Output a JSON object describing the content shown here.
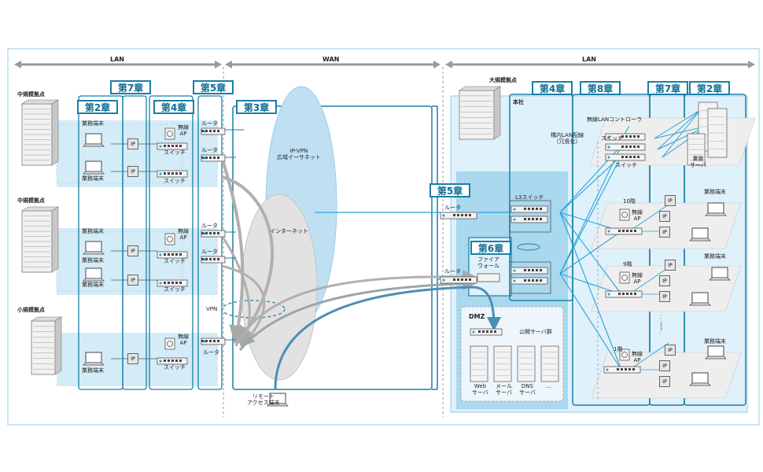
{
  "scope": {
    "lan_left": "LAN",
    "wan": "WAN",
    "lan_right": "LAN"
  },
  "chapters": {
    "ch7_left": "第7章",
    "ch5_left": "第5章",
    "ch2_left": "第2章",
    "ch4_left": "第4章",
    "ch3": "第3章",
    "ch5_center": "第5章",
    "ch6": "第6章",
    "ch4_right": "第4章",
    "ch8": "第8章",
    "ch7_right": "第7章",
    "ch2_right": "第2章"
  },
  "sites": {
    "mid1": "中規模拠点",
    "mid2": "中規模拠点",
    "small": "小規模拠点",
    "large": "大規模拠点",
    "honsha": "本社"
  },
  "labels": {
    "business_terminal": "業務端末",
    "switch": "スイッチ",
    "router": "ルータ",
    "wireless_ap": "無線\nAP",
    "ip": "IP",
    "vpn": "VPN",
    "ipvpn": "IP-VPN\n広域イーサネット",
    "internet": "インターネット",
    "remote": "リモート\nアクセス端末",
    "firewall": "ファイア\nウォール",
    "dmz": "DMZ",
    "public_servers": "公開サーバ群",
    "web_server": "Web\nサーバ",
    "mail_server": "メール\nサーバ",
    "dns_server": "DNS\nサーバ",
    "ellipsis": "…",
    "l3switch": "L3スイッチ",
    "wlc": "無線LANコントローラ",
    "campus_lan": "構内LAN配線\n（冗長化）",
    "business_server": "業務\nサーバ",
    "floor10": "10階",
    "floor9": "9階",
    "floor1": "1階",
    "vdots": "⋮"
  },
  "colors": {
    "accent": "#1a7fa8",
    "light_blue": "#d3ecf7",
    "mid_blue": "#a9d8ef",
    "gray_arrow": "#a9a9a9",
    "line_blue": "#26a3d8"
  }
}
